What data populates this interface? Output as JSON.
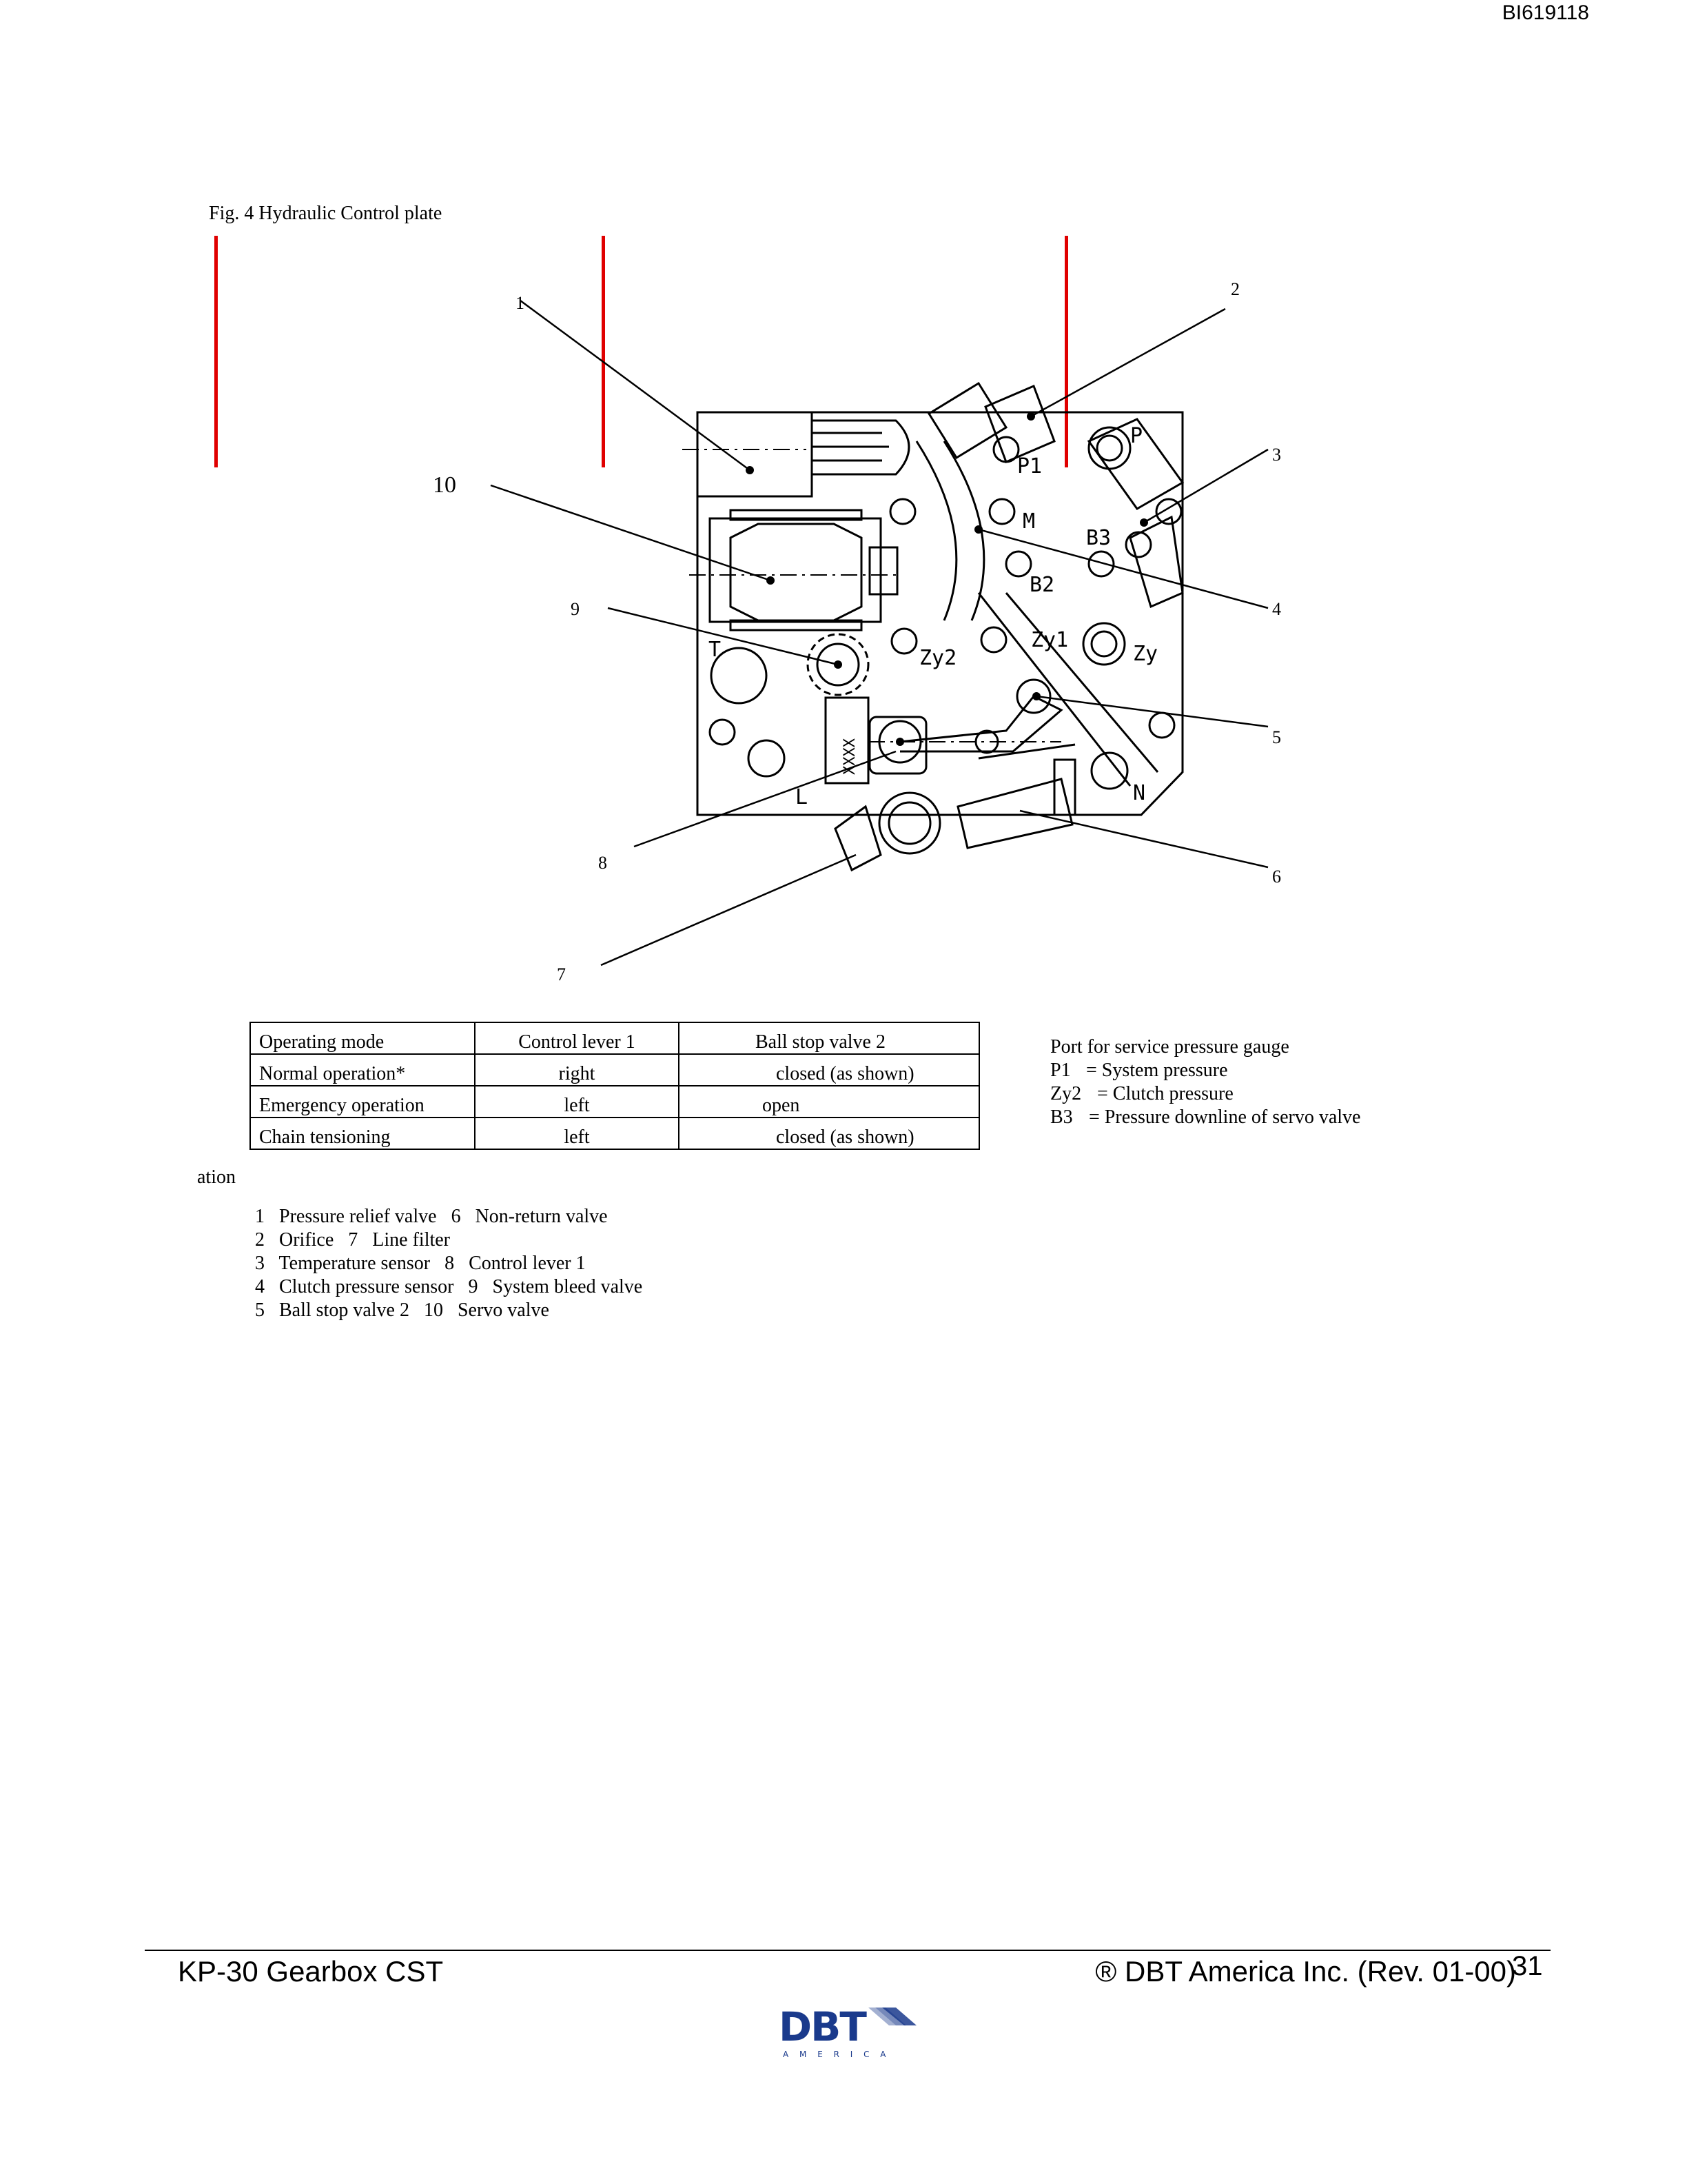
{
  "header": {
    "doc_id": "BI619118"
  },
  "figure": {
    "caption": "Fig. 4 Hydraulic Control plate",
    "callouts": [
      "1",
      "2",
      "3",
      "4",
      "5",
      "6",
      "7",
      "8",
      "9",
      "10"
    ],
    "port_labels": [
      "P1",
      "P",
      "M",
      "B3",
      "B2",
      "Zy1",
      "Zy",
      "Zy2",
      "T",
      "L",
      "N",
      "XXXX"
    ]
  },
  "table": {
    "headers": [
      "Operating mode",
      "Control lever 1",
      "Ball stop valve 2"
    ],
    "rows": [
      [
        "Normal operation*",
        "right",
        "closed (as shown)"
      ],
      [
        "Emergency operation",
        "left",
        "open"
      ],
      [
        "Chain tensioning",
        "left",
        "closed (as shown)"
      ]
    ]
  },
  "ports": {
    "title": "Port for service pressure gauge",
    "items": [
      {
        "code": "P1",
        "desc": "= System pressure"
      },
      {
        "code": "Zy2",
        "desc": "= Clutch pressure"
      },
      {
        "code": "B3",
        "desc": "= Pressure downline of servo valve"
      }
    ]
  },
  "cut_text": "ation",
  "legend": [
    "1   Pressure relief valve   6   Non-return valve",
    "2   Orifice   7   Line filter",
    "3   Temperature sensor   8   Control lever 1",
    "4   Clutch pressure sensor   9   System bleed valve",
    "5   Ball stop valve 2   10   Servo valve"
  ],
  "footer": {
    "left": "KP-30 Gearbox CST",
    "right": "® DBT America Inc. (Rev. 01-00)",
    "page": "31",
    "logo_text": "DBT",
    "logo_sub": "A M E R I C A"
  },
  "colors": {
    "revision_bar": "#e00000",
    "logo_blue": "#1a3a8c"
  }
}
